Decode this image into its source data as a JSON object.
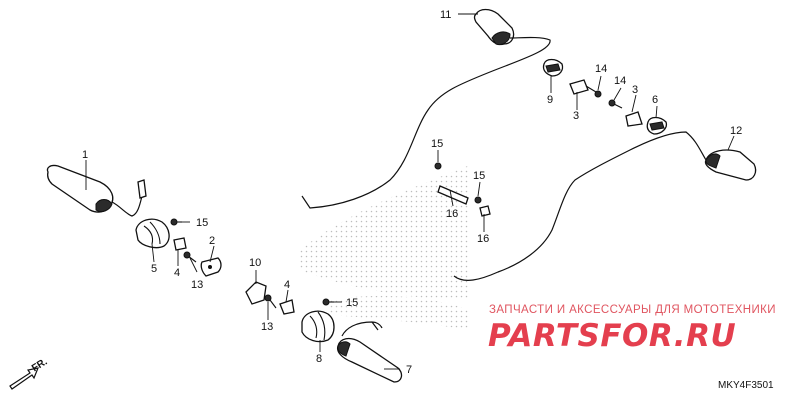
{
  "diagram": {
    "code": "MKY4F3501",
    "front_label": "FR.",
    "watermark_text": "ЗАПЧАСТИ И АКСЕССУАРЫ ДЛЯ МОТОТЕХНИКИ",
    "watermark_brand": "PARTSFOR.RU",
    "callouts": {
      "c1": "1",
      "c2": "2",
      "c3a": "3",
      "c3b": "3",
      "c4a": "4",
      "c4b": "4",
      "c5": "5",
      "c6": "6",
      "c7": "7",
      "c8": "8",
      "c9": "9",
      "c10": "10",
      "c11": "11",
      "c12": "12",
      "c13a": "13",
      "c13b": "13",
      "c14a": "14",
      "c14b": "14",
      "c15a": "15",
      "c15b": "15",
      "c15c": "15",
      "c15d": "15",
      "c16a": "16",
      "c16b": "16"
    },
    "colors": {
      "line": "#111111",
      "watermark": "#e43f4e",
      "background_logo": "#c8c8c8"
    }
  }
}
